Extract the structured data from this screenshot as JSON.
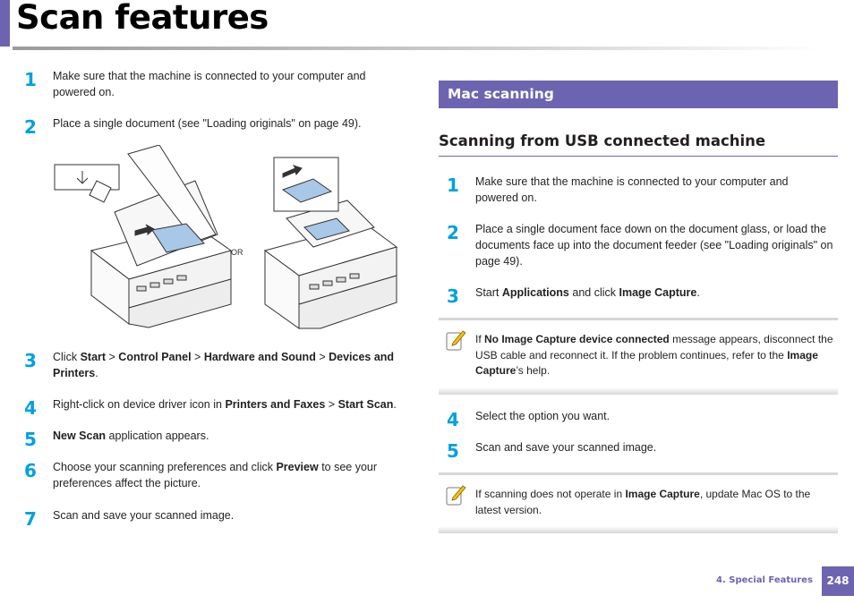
{
  "page": {
    "title": "Scan features",
    "footer_chapter": "4.  Special Features",
    "page_number": "248"
  },
  "left": {
    "steps": [
      {
        "num": "1",
        "parts": [
          {
            "t": "Make sure that the machine is connected to your computer and powered on."
          }
        ]
      },
      {
        "num": "2",
        "parts": [
          {
            "t": "Place a single document (see \"Loading originals\" on page 49)."
          }
        ]
      },
      {
        "num": "3",
        "parts": [
          {
            "t": "Click "
          },
          {
            "t": "Start",
            "b": true
          },
          {
            "t": " > "
          },
          {
            "t": "Control Panel",
            "b": true
          },
          {
            "t": " > "
          },
          {
            "t": "Hardware and Sound",
            "b": true
          },
          {
            "t": " > "
          },
          {
            "t": "Devices and Printers",
            "b": true
          },
          {
            "t": "."
          }
        ]
      },
      {
        "num": "4",
        "parts": [
          {
            "t": "Right-click on device driver icon in "
          },
          {
            "t": "Printers and Faxes",
            "b": true
          },
          {
            "t": " > "
          },
          {
            "t": "Start Scan",
            "b": true
          },
          {
            "t": "."
          }
        ]
      },
      {
        "num": "5",
        "parts": [
          {
            "t": "New Scan",
            "b": true
          },
          {
            "t": " application appears."
          }
        ]
      },
      {
        "num": "6",
        "parts": [
          {
            "t": "Choose your scanning preferences and click "
          },
          {
            "t": "Preview",
            "b": true
          },
          {
            "t": " to see your preferences affect the picture."
          }
        ]
      },
      {
        "num": "7",
        "parts": [
          {
            "t": "Scan and save your scanned image."
          }
        ]
      }
    ],
    "illustration_or": "OR"
  },
  "right": {
    "section_title": "Mac scanning",
    "subheading": "Scanning from USB connected machine",
    "steps": [
      {
        "num": "1",
        "parts": [
          {
            "t": "Make sure that the machine is connected to your computer and powered on."
          }
        ]
      },
      {
        "num": "2",
        "parts": [
          {
            "t": "Place a single document face down on the document glass, or load the documents face up into the document feeder (see \"Loading originals\" on page 49)."
          }
        ]
      },
      {
        "num": "3",
        "parts": [
          {
            "t": "Start "
          },
          {
            "t": "Applications",
            "b": true
          },
          {
            "t": " and click "
          },
          {
            "t": "Image Capture",
            "b": true
          },
          {
            "t": "."
          }
        ]
      },
      {
        "num": "4",
        "parts": [
          {
            "t": "Select the option you want."
          }
        ]
      },
      {
        "num": "5",
        "parts": [
          {
            "t": "Scan and save your scanned image."
          }
        ]
      }
    ],
    "notes": [
      {
        "parts": [
          {
            "t": "If "
          },
          {
            "t": "No Image Capture device connected",
            "b": true
          },
          {
            "t": " message appears, disconnect the USB cable and reconnect it. If the problem continues, refer to the "
          },
          {
            "t": "Image Capture",
            "b": true
          },
          {
            "t": "’s help."
          }
        ]
      },
      {
        "parts": [
          {
            "t": "If scanning does not operate in "
          },
          {
            "t": "Image Capture",
            "b": true
          },
          {
            "t": ", update Mac OS to the latest version."
          }
        ]
      }
    ]
  }
}
